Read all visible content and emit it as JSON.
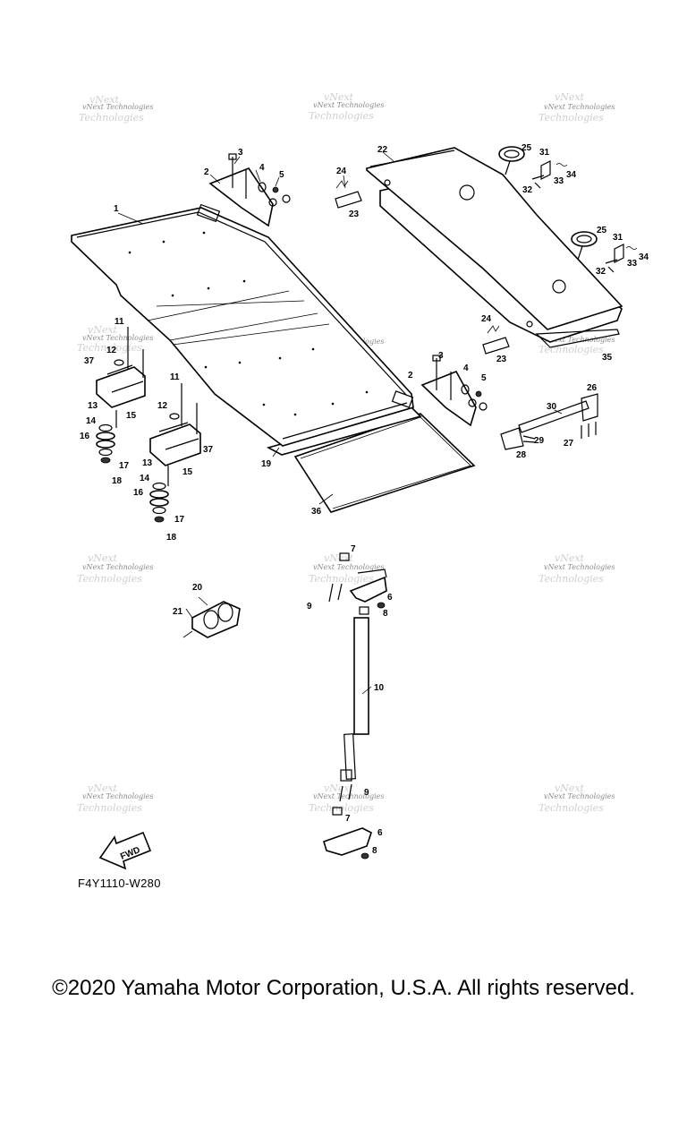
{
  "diagram": {
    "code": "F4Y1110-W280",
    "fwd_label": "FWD",
    "watermark": "vNext Technologies",
    "callouts": [
      "1",
      "2",
      "3",
      "4",
      "5",
      "6",
      "7",
      "8",
      "9",
      "10",
      "11",
      "12",
      "13",
      "14",
      "15",
      "16",
      "17",
      "18",
      "19",
      "20",
      "21",
      "22",
      "23",
      "24",
      "25",
      "26",
      "27",
      "28",
      "29",
      "30",
      "31",
      "32",
      "33",
      "34",
      "35",
      "36",
      "37"
    ]
  },
  "footer": {
    "copyright": "©2020 Yamaha Motor Corporation, U.S.A. All rights reserved."
  }
}
